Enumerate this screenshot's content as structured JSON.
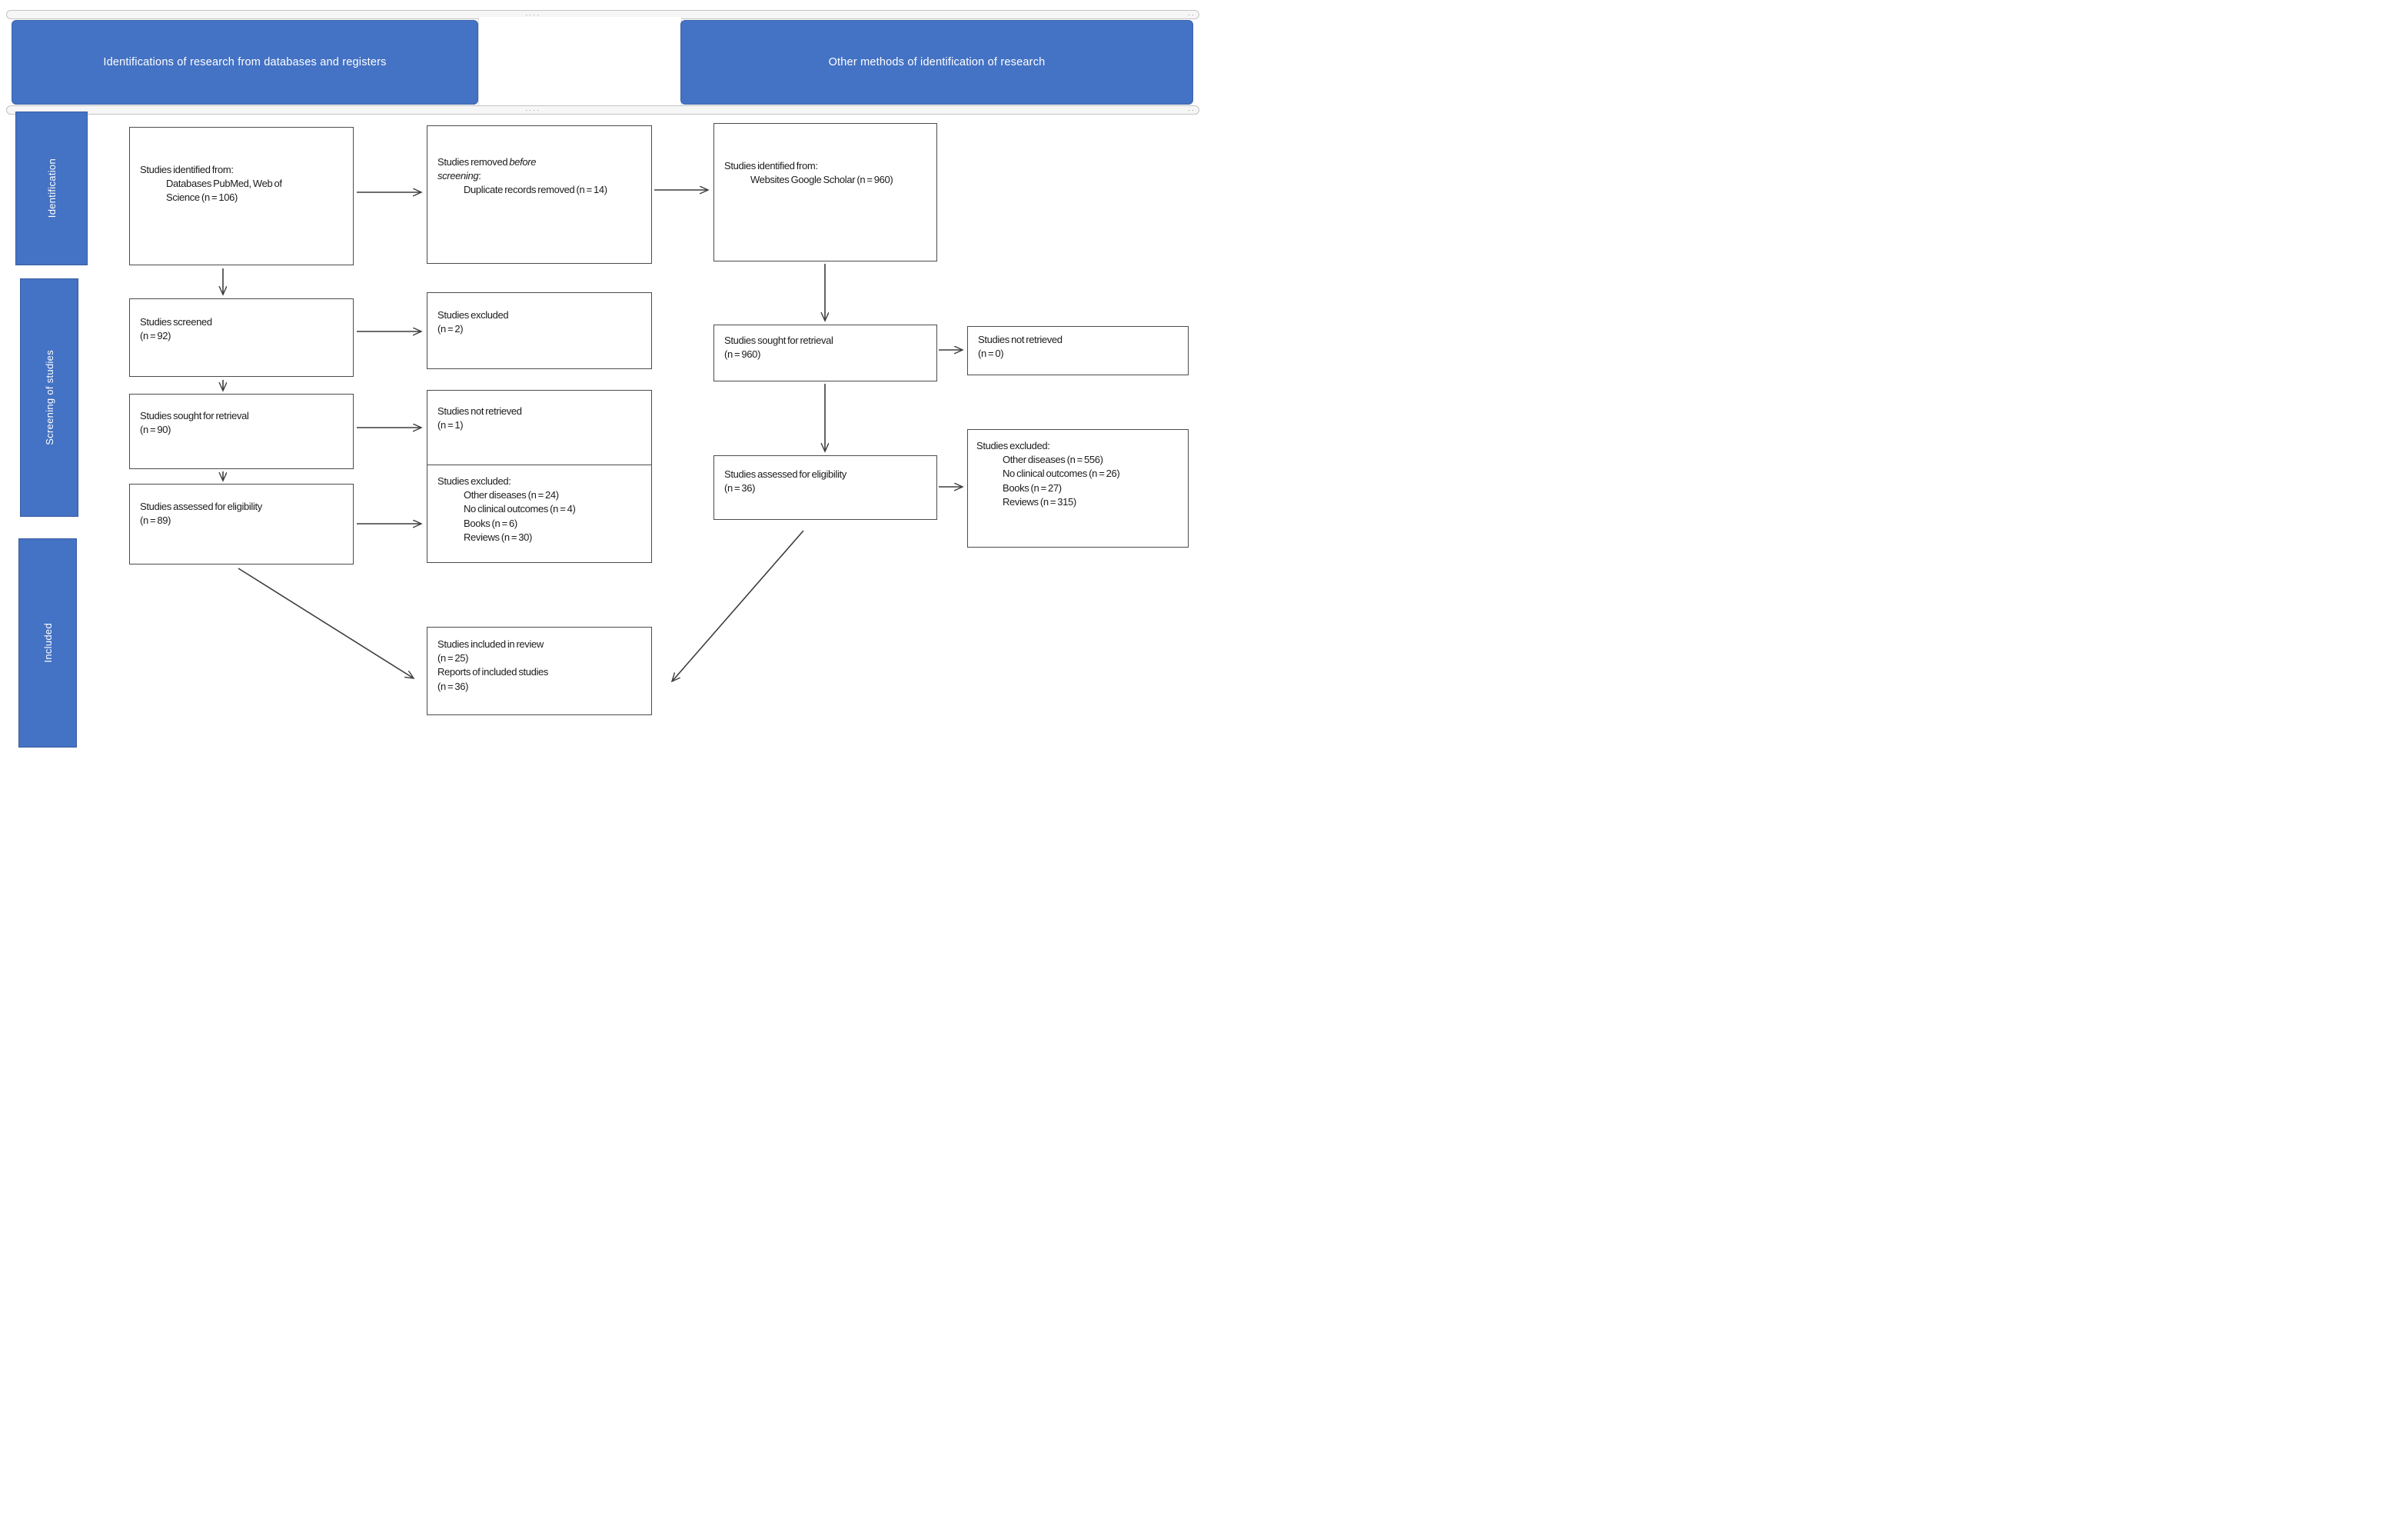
{
  "colors": {
    "banner_blue": "#4472C4",
    "box_border": "#4b4b4b",
    "arrow": "#3d3d3d"
  },
  "header": {
    "left_banner": "Identifications of research from databases and registers",
    "right_banner": "Other methods of identification of research",
    "handle_dots": "····",
    "handle_dots_small": "··"
  },
  "sidebar": {
    "identification": "Identification",
    "screening": "Screening of studies",
    "included": "Included"
  },
  "boxes": {
    "identified_db": {
      "label": "Studies identified from:",
      "detail": "Databases PubMed, Web of Science (n = 106)"
    },
    "removed": {
      "prefix": "Studies removed ",
      "italic": "before screening",
      "suffix": ":",
      "detail": "Duplicate records removed (n = 14)"
    },
    "identified_other": {
      "label": "Studies identified from:",
      "detail": "Websites Google Scholar (n = 960)"
    },
    "screened": {
      "label": "Studies screened",
      "count": "(n = 92)"
    },
    "excluded_screened": {
      "label": "Studies excluded",
      "count": "(n = 2)"
    },
    "sought_db": {
      "label": "Studies sought for retrieval",
      "count": "(n = 90)"
    },
    "not_retrieved_db": {
      "label": "Studies not retrieved",
      "count": "(n = 1)"
    },
    "assessed_db": {
      "label": "Studies assessed for eligibility",
      "count": "(n = 89)"
    },
    "excluded_db": {
      "label": "Studies excluded:",
      "items": [
        "Other diseases (n = 24)",
        "No clinical outcomes (n = 4)",
        "Books (n = 6)",
        "Reviews (n = 30)"
      ]
    },
    "sought_other": {
      "label": "Studies sought for retrieval",
      "count": "(n = 960)"
    },
    "not_retrieved_other": {
      "label": "Studies not retrieved",
      "count": "(n = 0)"
    },
    "assessed_other": {
      "label": "Studies assessed for eligibility",
      "count": "(n = 36)"
    },
    "excluded_other": {
      "label": "Studies excluded:",
      "items": [
        "Other diseases (n = 556)",
        "No clinical outcomes (n = 26)",
        "Books (n = 27)",
        "Reviews (n = 315)"
      ]
    },
    "included": {
      "lines": [
        "Studies included in review",
        "(n = 25)",
        "Reports of included studies",
        "(n = 36)"
      ]
    }
  }
}
